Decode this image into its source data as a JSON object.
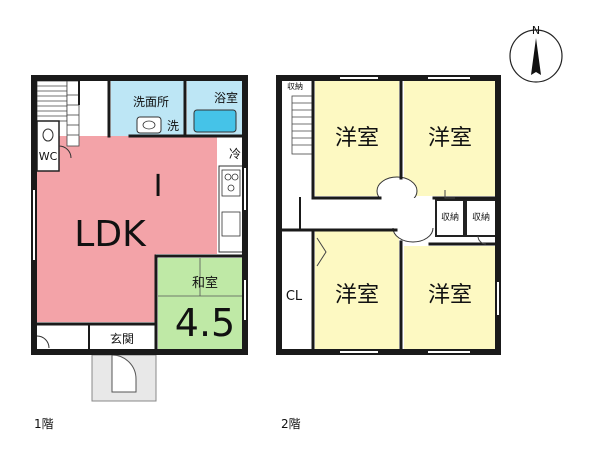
{
  "compass": {
    "north": "N"
  },
  "floor1": {
    "caption": "1階",
    "rooms": {
      "washroom": "洗面所",
      "bath": "浴室",
      "wc": "WC",
      "wash": "洗",
      "fridge": "冷",
      "ldk_letter": "I",
      "ldk": "LDK",
      "washitsu": "和室",
      "washitsu_size": "4.5",
      "entrance": "玄関"
    }
  },
  "floor2": {
    "caption": "2階",
    "rooms": {
      "storage_top": "収納",
      "western_nw": "洋室",
      "western_ne": "洋室",
      "western_sw": "洋室",
      "western_se": "洋室",
      "closet": "CL",
      "storage_left": "収納",
      "storage_right": "収納"
    }
  },
  "colors": {
    "ldk": "#f3a3a8",
    "washroom": "#bde6f5",
    "bath": "#45c3e8",
    "washitsu": "#bfe9a6",
    "western": "#fdf9c2",
    "hall": "#ffffff",
    "wall": "#1a1a1a"
  }
}
